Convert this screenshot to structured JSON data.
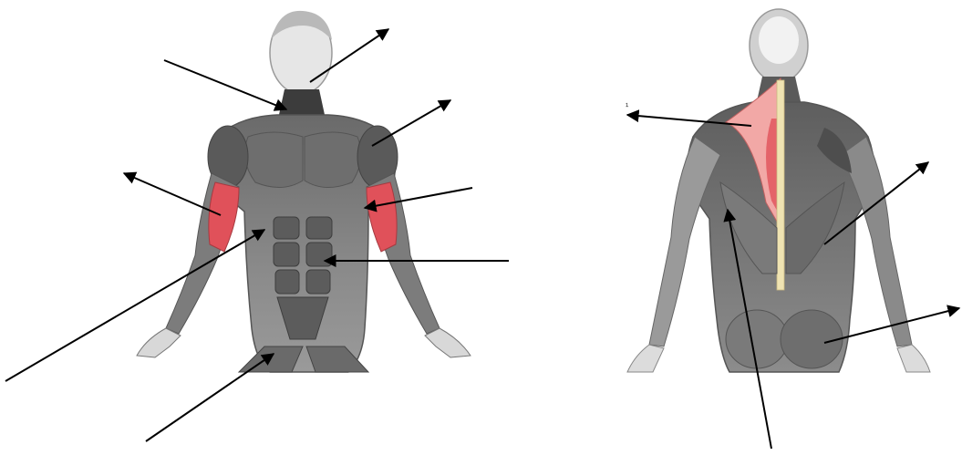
{
  "title": "",
  "labels": [],
  "colors": {
    "muscle_dark": "#4a4a4a",
    "muscle_mid": "#7a7a7a",
    "muscle_light": "#b4b4b4",
    "skin_light": "#e4e4e4",
    "highlight_red": "#e0515a",
    "highlight_pink": "#f2a8a6",
    "spine": "#efe3b2",
    "arrow": "#000000"
  },
  "figures": [
    {
      "name": "front-view",
      "highlighted_muscles": [
        "left-biceps",
        "right-biceps"
      ],
      "arrow_count": 8
    },
    {
      "name": "back-view",
      "highlighted_muscles": [
        "trapezius"
      ],
      "arrow_count": 4
    }
  ],
  "stray_mark": "¹"
}
